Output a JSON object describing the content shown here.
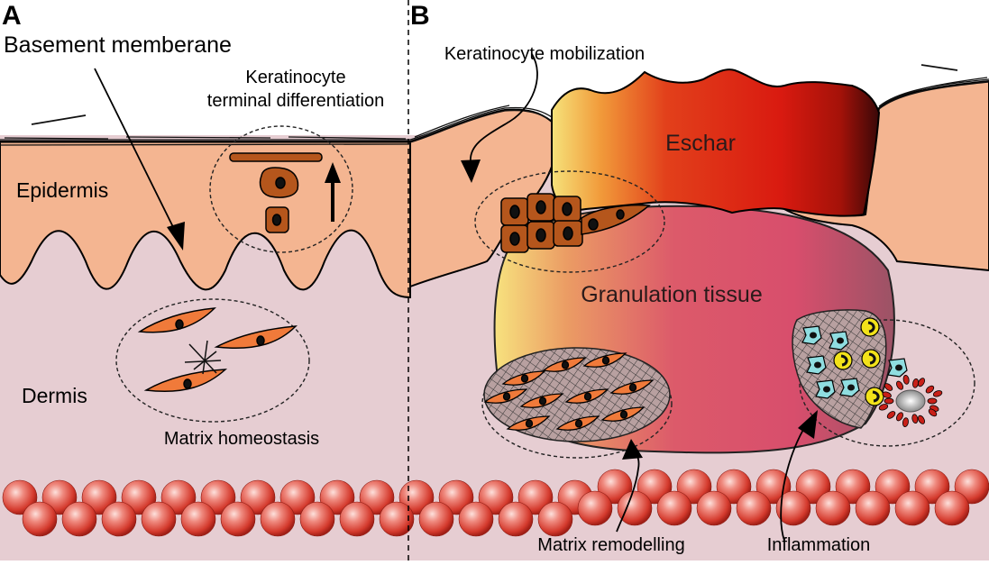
{
  "panels": {
    "a": {
      "letter": "A"
    },
    "b": {
      "letter": "B"
    }
  },
  "labels": {
    "basement_membrane": "Basement memberane",
    "keratinocyte_diff_line1": "Keratinocyte",
    "keratinocyte_diff_line2": "terminal differentiation",
    "epidermis": "Epidermis",
    "dermis": "Dermis",
    "matrix_homeostasis": "Matrix homeostasis",
    "keratinocyte_mobilization": "Keratinocyte mobilization",
    "eschar": "Eschar",
    "granulation_tissue": "Granulation tissue",
    "matrix_remodelling": "Matrix remodelling",
    "inflammation": "Inflammation"
  },
  "colors": {
    "epidermis": "#f4b591",
    "dermis": "#e6cdd2",
    "keratinocyte": "#b5561c",
    "fibroblast": "#f07a3a",
    "blood_cell": "#d8302a",
    "eschar_dark": "#3a0a0a",
    "eschar_red": "#d21b12",
    "eschar_yellow": "#f5e07a",
    "granulation_pink": "#d94f6a",
    "neutrophil": "#f2e21a",
    "macrophage": "#8fdde0"
  }
}
